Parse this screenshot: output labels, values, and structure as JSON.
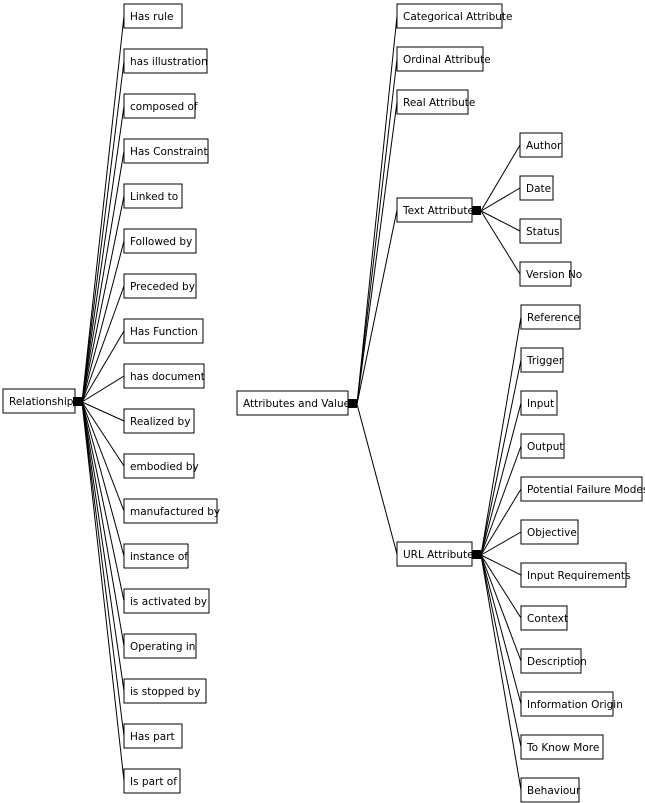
{
  "relationship": {
    "root": "Relationship",
    "children": [
      "Has rule",
      "has illustration",
      "composed of",
      "Has Constraint",
      "Linked to",
      "Followed by",
      "Preceded by",
      "Has Function",
      "has document",
      "Realized by",
      "embodied by",
      "manufactured by",
      "instance of",
      "is activated by",
      "Operating in",
      "is stopped by",
      "Has part",
      "Is part of"
    ]
  },
  "attributes": {
    "root": "Attributes and Values",
    "children": [
      "Categorical Attribute",
      "Ordinal Attribute",
      "Real Attribute",
      "Text Attribute",
      "URL Attribute"
    ]
  },
  "text_attribute": {
    "children": [
      "Author",
      "Date",
      "Status",
      "Version No"
    ]
  },
  "url_attribute": {
    "children": [
      "Reference",
      "Trigger",
      "Input",
      "Output",
      "Potential Failure Modes",
      "Objective",
      "Input Requirements",
      "Context",
      "Description",
      "Information Origin",
      "To Know More",
      "Behaviour"
    ]
  },
  "colors": {
    "line": "#000000",
    "box_fill": "#ffffff",
    "hub": "#000000"
  }
}
